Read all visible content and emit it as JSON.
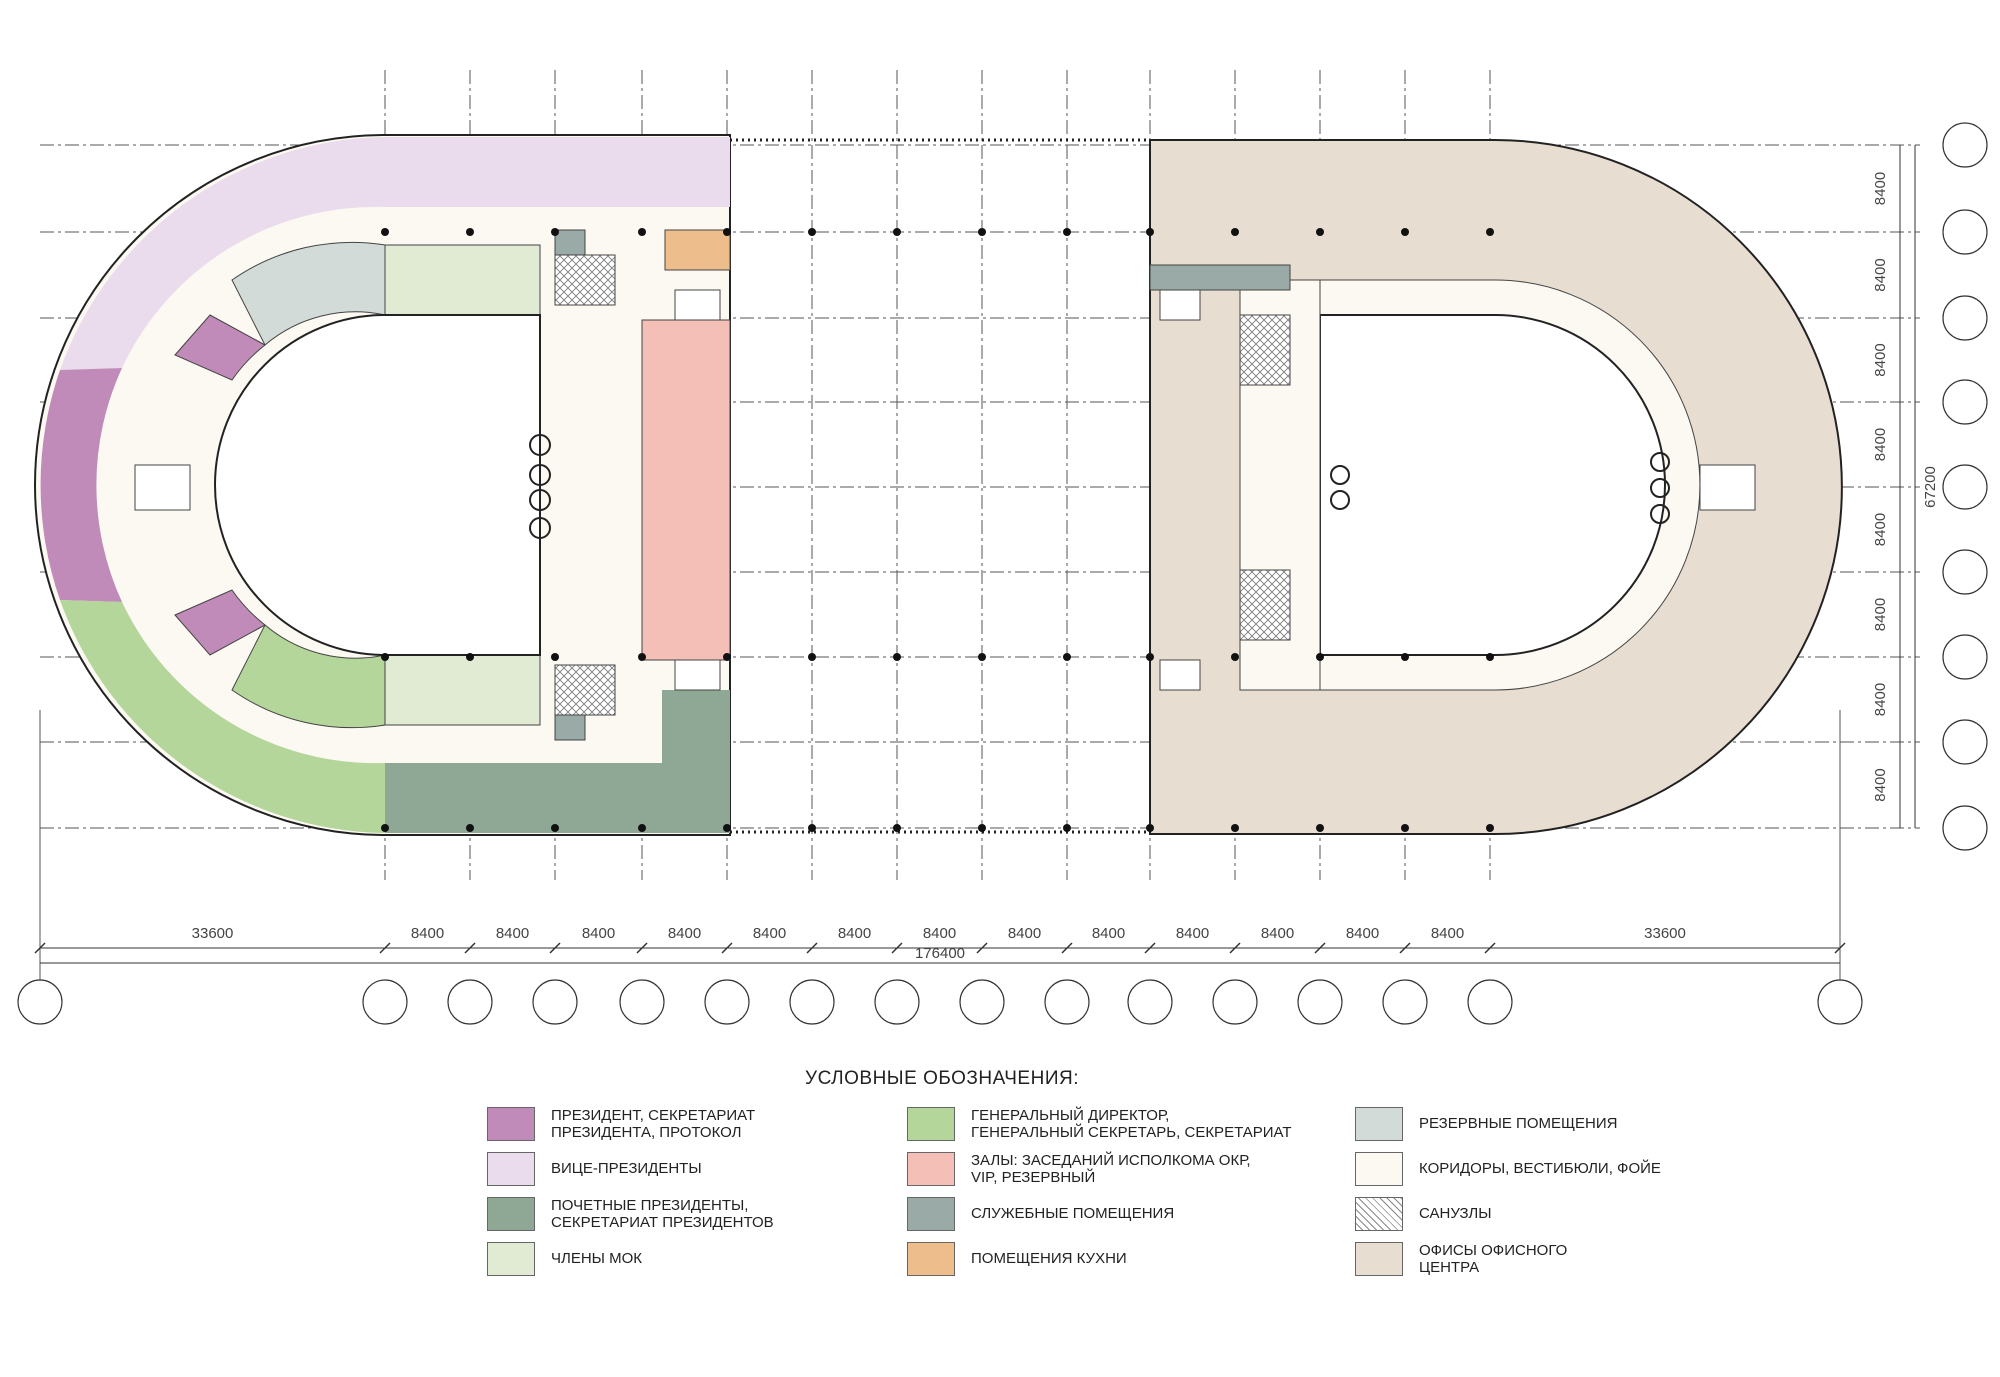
{
  "plan": {
    "bay_dimension": "8400",
    "end_dimension": "33600",
    "total_length": "176400",
    "total_width": "67200",
    "colors": {
      "president": "#c08bb8",
      "vice_presidents": "#eadcec",
      "honorary": "#8fa895",
      "ioc_members": "#e1ead3",
      "director": "#b4d69b",
      "halls": "#f4bfb6",
      "service": "#9aaaa6",
      "kitchen": "#edbe8c",
      "reserve": "#d3dbd9",
      "corridor": "#fbf9f1",
      "sanitary": "#ffffff",
      "offices": "#e7ddd1"
    }
  },
  "legend": {
    "title": "УСЛОВНЫЕ ОБОЗНАЧЕНИЯ:",
    "items": [
      {
        "label": "ПРЕЗИДЕНТ, СЕКРЕТАРИАТ\nПРЕЗИДЕНТА, ПРОТОКОЛ",
        "color": "#c08bb8"
      },
      {
        "label": "ВИЦЕ-ПРЕЗИДЕНТЫ",
        "color": "#eadcec"
      },
      {
        "label": "ПОЧЕТНЫЕ ПРЕЗИДЕНТЫ,\nСЕКРЕТАРИАТ ПРЕЗИДЕНТОВ",
        "color": "#8fa895"
      },
      {
        "label": "ЧЛЕНЫ МОК",
        "color": "#e1ead3"
      },
      {
        "label": "ГЕНЕРАЛЬНЫЙ ДИРЕКТОР,\nГЕНЕРАЛЬНЫЙ СЕКРЕТАРЬ, СЕКРЕТАРИАТ",
        "color": "#b4d69b"
      },
      {
        "label": "ЗАЛЫ: ЗАСЕДАНИЙ ИСПОЛКОМА ОКР,\nVIP, РЕЗЕРВНЫЙ",
        "color": "#f4bfb6"
      },
      {
        "label": "СЛУЖЕБНЫЕ ПОМЕЩЕНИЯ",
        "color": "#9aaaa6"
      },
      {
        "label": "ПОМЕЩЕНИЯ КУХНИ",
        "color": "#edbe8c"
      },
      {
        "label": "РЕЗЕРВНЫЕ ПОМЕЩЕНИЯ",
        "color": "#d3dbd9"
      },
      {
        "label": "КОРИДОРЫ, ВЕСТИБЮЛИ, ФОЙЕ",
        "color": "#fbf9f1"
      },
      {
        "label": "САНУЗЛЫ",
        "color": "hatch"
      },
      {
        "label": "ОФИСЫ ОФИСНОГО\nЦЕНТРА",
        "color": "#e7ddd1"
      }
    ]
  }
}
